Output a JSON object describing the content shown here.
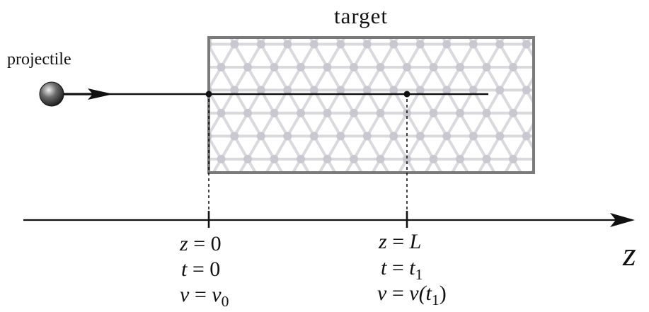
{
  "labels": {
    "title": "target",
    "projectile": "projectile",
    "axis": "z"
  },
  "marks": [
    {
      "z": {
        "var": "z",
        "rel": "=",
        "val": "0"
      },
      "t": {
        "var": "t",
        "rel": "=",
        "val": "0"
      },
      "v": {
        "var": "v",
        "rel": "=",
        "val": "v",
        "sub": "0",
        "tail": ""
      }
    },
    {
      "z": {
        "var": "z",
        "rel": "=",
        "val": "L"
      },
      "t": {
        "var": "t",
        "rel": "=",
        "val": "t",
        "sub": "1"
      },
      "v": {
        "var": "v",
        "rel": "=",
        "val": "v(t",
        "sub": "1",
        "tail": ")"
      }
    }
  ],
  "colors": {
    "frame": "#7a7a7a",
    "lattice_bond": "#dadade",
    "lattice_atom": "#c8c8d0",
    "ink": "#111111",
    "ball_dark": "#1a1a1a",
    "ball_light": "#f0f0f0"
  }
}
